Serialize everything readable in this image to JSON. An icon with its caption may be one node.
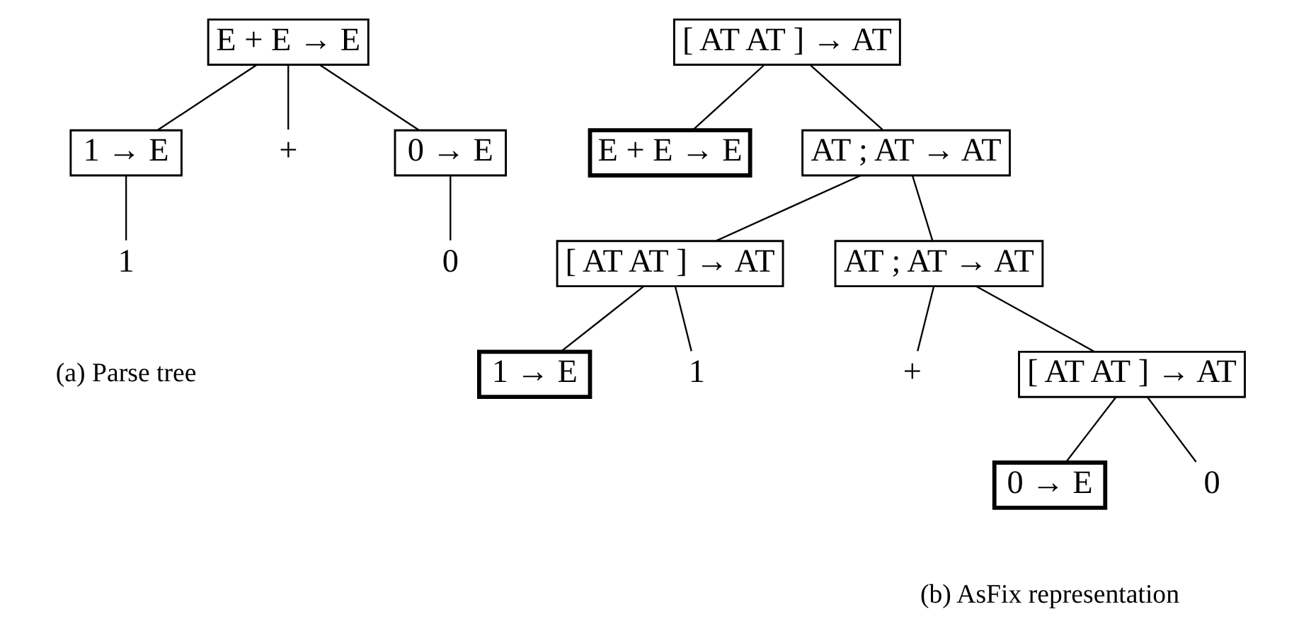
{
  "diagram": {
    "nodes": [
      {
        "text": [
          "E + E → E"
        ]
      },
      {
        "text": [
          "1 → E"
        ]
      },
      {
        "text": [
          "+"
        ]
      },
      {
        "text": [
          "0 → E"
        ]
      },
      {
        "text": [
          "1"
        ]
      },
      {
        "text": [
          "0"
        ]
      },
      {
        "text": [
          "[ AT AT ] → AT"
        ]
      },
      {
        "text": [
          "E + E → E"
        ]
      },
      {
        "text": [
          "AT ; AT → AT"
        ]
      },
      {
        "text": [
          "[ AT AT ] → AT"
        ]
      },
      {
        "text": [
          "AT ; AT → AT"
        ]
      },
      {
        "text": [
          "1 → E"
        ]
      },
      {
        "text": [
          "1"
        ]
      },
      {
        "text": [
          "+"
        ]
      },
      {
        "text": [
          "[ AT AT ] → AT"
        ]
      },
      {
        "text": [
          "0 → E"
        ]
      },
      {
        "text": [
          "0"
        ]
      }
    ],
    "edges": [
      {
        "from": 0,
        "to": 1,
        "arrow": "none"
      },
      {
        "from": 0,
        "to": 2,
        "arrow": "none"
      },
      {
        "from": 0,
        "to": 3,
        "arrow": "none"
      },
      {
        "from": 1,
        "to": 4,
        "arrow": "none"
      },
      {
        "from": 3,
        "to": 5,
        "arrow": "none"
      },
      {
        "from": 6,
        "to": 7,
        "arrow": "none"
      },
      {
        "from": 6,
        "to": 8,
        "arrow": "none"
      },
      {
        "from": 8,
        "to": 9,
        "arrow": "none"
      },
      {
        "from": 8,
        "to": 10,
        "arrow": "none"
      },
      {
        "from": 9,
        "to": 11,
        "arrow": "none"
      },
      {
        "from": 9,
        "to": 12,
        "arrow": "none"
      },
      {
        "from": 10,
        "to": 13,
        "arrow": "none"
      },
      {
        "from": 10,
        "to": 14,
        "arrow": "none"
      },
      {
        "from": 14,
        "to": 15,
        "arrow": "none"
      },
      {
        "from": 14,
        "to": 16,
        "arrow": "none"
      }
    ],
    "labels": [
      "(a) Parse tree",
      "(b) AsFix representation"
    ]
  }
}
